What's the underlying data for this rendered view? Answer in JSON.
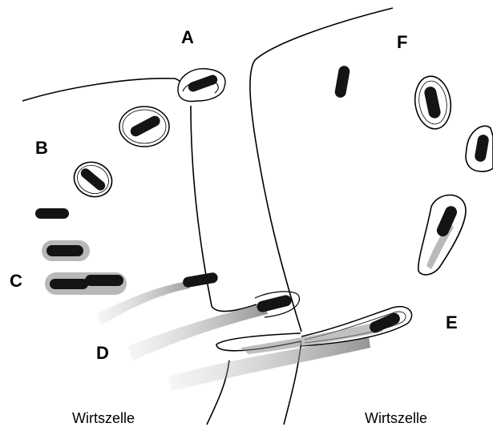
{
  "labels": {
    "A": "A",
    "B": "B",
    "C": "C",
    "D": "D",
    "E": "E",
    "F": "F"
  },
  "captions": {
    "left_host_cell": "Wirtszelle",
    "right_host_cell": "Wirtszelle"
  },
  "colors": {
    "outline": "#000000",
    "bacterium": "#141414",
    "halo": "#9a9a9a",
    "tail": "#8c8c8c",
    "background": "#ffffff"
  }
}
